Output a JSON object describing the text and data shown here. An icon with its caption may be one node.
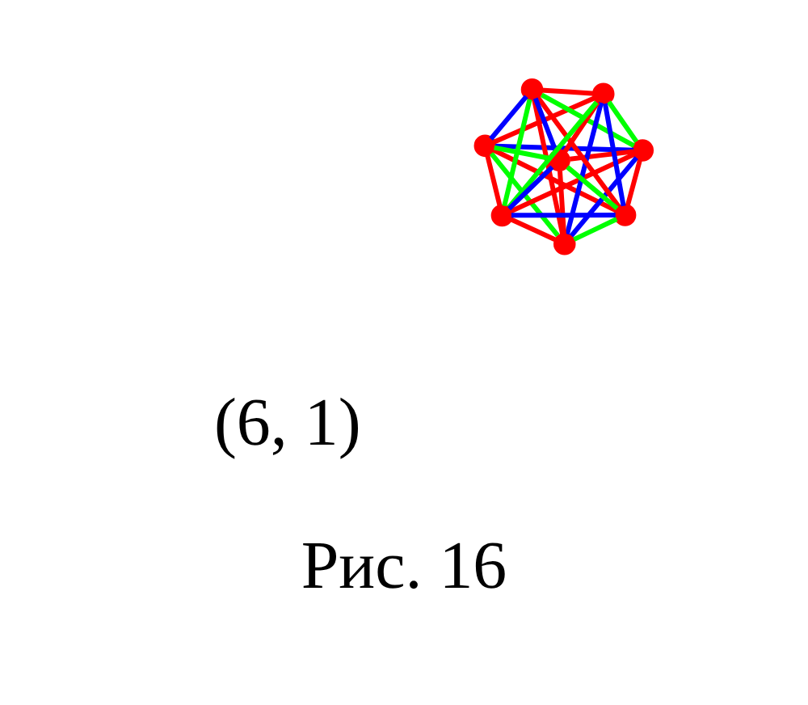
{
  "diagram": {
    "caption": "Рис. 16",
    "nodes": [
      {
        "text": [],
        "shape": "point"
      },
      {
        "text": [],
        "shape": "point"
      },
      {
        "text": [],
        "shape": "point"
      },
      {
        "text": [],
        "shape": "point"
      },
      {
        "text": [],
        "shape": "point"
      },
      {
        "text": [],
        "shape": "point"
      },
      {
        "text": [],
        "shape": "point"
      },
      {
        "text": [],
        "shape": "point"
      }
    ],
    "edges": [
      {
        "from": 0,
        "to": 1,
        "arrow": "none",
        "color": "#0000ff"
      },
      {
        "from": 1,
        "to": 2,
        "arrow": "none",
        "color": "#0000ff"
      },
      {
        "from": 2,
        "to": 4,
        "arrow": "none",
        "color": "#0000ff"
      },
      {
        "from": 4,
        "to": 7,
        "arrow": "none",
        "color": "#0000ff"
      },
      {
        "from": 7,
        "to": 6,
        "arrow": "none",
        "color": "#0000ff"
      },
      {
        "from": 6,
        "to": 5,
        "arrow": "none",
        "color": "#0000ff"
      },
      {
        "from": 5,
        "to": 3,
        "arrow": "none",
        "color": "#0000ff"
      },
      {
        "from": 3,
        "to": 0,
        "arrow": "none",
        "color": "#0000ff"
      },
      {
        "from": 0,
        "to": 2,
        "arrow": "none",
        "color": "#00ff00"
      },
      {
        "from": 2,
        "to": 7,
        "arrow": "none",
        "color": "#00ff00"
      },
      {
        "from": 7,
        "to": 5,
        "arrow": "none",
        "color": "#00ff00"
      },
      {
        "from": 5,
        "to": 0,
        "arrow": "none",
        "color": "#00ff00"
      },
      {
        "from": 1,
        "to": 3,
        "arrow": "none",
        "color": "#00ff00"
      },
      {
        "from": 1,
        "to": 4,
        "arrow": "none",
        "color": "#00ff00"
      },
      {
        "from": 3,
        "to": 6,
        "arrow": "none",
        "color": "#00ff00"
      },
      {
        "from": 6,
        "to": 4,
        "arrow": "none",
        "color": "#00ff00"
      },
      {
        "from": 1,
        "to": 6,
        "arrow": "none"
      },
      {
        "from": 1,
        "to": 5,
        "arrow": "none"
      },
      {
        "from": 1,
        "to": 7,
        "arrow": "none"
      },
      {
        "from": 0,
        "to": 6,
        "arrow": "none"
      },
      {
        "from": 2,
        "to": 6,
        "arrow": "none"
      },
      {
        "from": 0,
        "to": 7,
        "arrow": "none"
      },
      {
        "from": 2,
        "to": 5,
        "arrow": "none"
      },
      {
        "from": 3,
        "to": 2,
        "arrow": "none"
      },
      {
        "from": 3,
        "to": 7,
        "arrow": "none"
      },
      {
        "from": 3,
        "to": 4,
        "arrow": "none"
      },
      {
        "from": 0,
        "to": 4,
        "arrow": "none"
      },
      {
        "from": 5,
        "to": 4,
        "arrow": "none"
      }
    ],
    "labels": [
      "(6, 1)"
    ]
  }
}
